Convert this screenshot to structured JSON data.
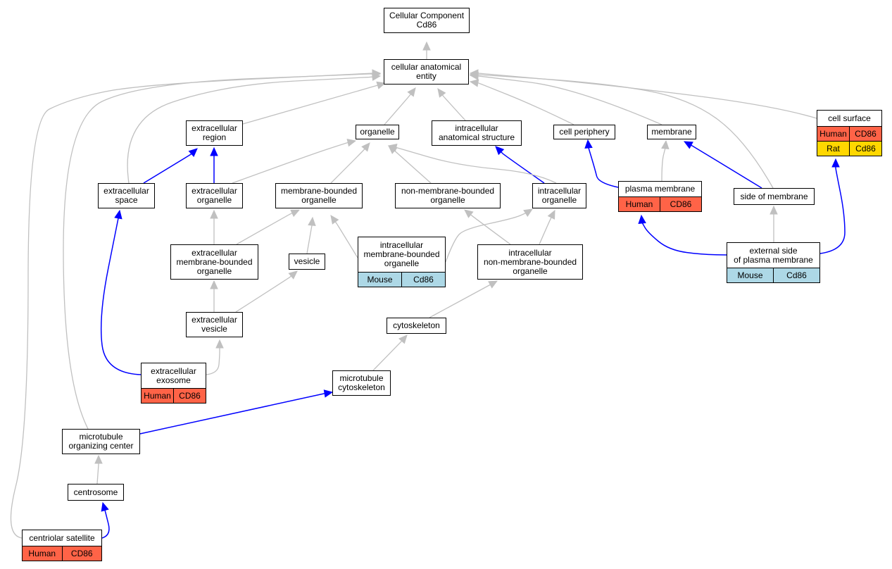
{
  "colors": {
    "is_a": "#c0c0c0",
    "part_of": "#0000ff",
    "human": "#ff6347",
    "mouse": "#add8e6",
    "rat": "#ffd700"
  },
  "nodes": {
    "cc_root": {
      "label": "Cellular Component\nCd86"
    },
    "cae": {
      "label": "cellular anatomical\nentity"
    },
    "ext_region": {
      "label": "extracellular\nregion"
    },
    "organelle": {
      "label": "organelle"
    },
    "ias": {
      "label": "intracellular\nanatomical structure"
    },
    "cell_periphery": {
      "label": "cell periphery"
    },
    "membrane": {
      "label": "membrane"
    },
    "cell_surface": {
      "label": "cell surface",
      "annotations": [
        {
          "species": "Human",
          "gene": "CD86",
          "color": "human"
        },
        {
          "species": "Rat",
          "gene": "Cd86",
          "color": "rat"
        }
      ]
    },
    "ext_space": {
      "label": "extracellular\nspace"
    },
    "ext_organelle": {
      "label": "extracellular\norganelle"
    },
    "mb_organelle": {
      "label": "membrane-bounded\norganelle"
    },
    "nmb_organelle": {
      "label": "non-membrane-bounded\norganelle"
    },
    "ic_organelle": {
      "label": "intracellular\norganelle"
    },
    "plasma_membrane": {
      "label": "plasma membrane",
      "annotations": [
        {
          "species": "Human",
          "gene": "CD86",
          "color": "human"
        }
      ]
    },
    "side_membrane": {
      "label": "side of membrane"
    },
    "ext_mb_organelle": {
      "label": "extracellular\nmembrane-bounded\norganelle"
    },
    "vesicle": {
      "label": "vesicle"
    },
    "ic_mb_organelle": {
      "label": "intracellular\nmembrane-bounded\norganelle",
      "annotations": [
        {
          "species": "Mouse",
          "gene": "Cd86",
          "color": "mouse"
        }
      ]
    },
    "ic_nmb_organelle": {
      "label": "intracellular\nnon-membrane-bounded\norganelle"
    },
    "ext_side_pm": {
      "label": "external side\nof plasma membrane",
      "annotations": [
        {
          "species": "Mouse",
          "gene": "Cd86",
          "color": "mouse"
        }
      ]
    },
    "ext_vesicle": {
      "label": "extracellular\nvesicle"
    },
    "cytoskeleton": {
      "label": "cytoskeleton"
    },
    "exosome": {
      "label": "extracellular\nexosome",
      "annotations": [
        {
          "species": "Human",
          "gene": "CD86",
          "color": "human"
        }
      ]
    },
    "mt_cytoskeleton": {
      "label": "microtubule\ncytoskeleton"
    },
    "mtoc": {
      "label": "microtubule\norganizing center"
    },
    "centrosome": {
      "label": "centrosome"
    },
    "centriolar_sat": {
      "label": "centriolar satellite",
      "annotations": [
        {
          "species": "Human",
          "gene": "CD86",
          "color": "human"
        }
      ]
    }
  },
  "edges": [
    {
      "from": "cae",
      "to": "cc_root",
      "type": "is_a"
    },
    {
      "from": "ext_region",
      "to": "cae",
      "type": "is_a"
    },
    {
      "from": "organelle",
      "to": "cae",
      "type": "is_a"
    },
    {
      "from": "ias",
      "to": "cae",
      "type": "is_a"
    },
    {
      "from": "cell_periphery",
      "to": "cae",
      "type": "is_a"
    },
    {
      "from": "membrane",
      "to": "cae",
      "type": "is_a"
    },
    {
      "from": "cell_surface",
      "to": "cae",
      "type": "is_a"
    },
    {
      "from": "side_membrane",
      "to": "cae",
      "type": "is_a"
    },
    {
      "from": "ext_space",
      "to": "cae",
      "type": "is_a"
    },
    {
      "from": "mtoc",
      "to": "cae",
      "type": "is_a"
    },
    {
      "from": "centriolar_sat",
      "to": "cae",
      "type": "is_a"
    },
    {
      "from": "ext_space",
      "to": "ext_region",
      "type": "part_of"
    },
    {
      "from": "ext_organelle",
      "to": "ext_region",
      "type": "part_of"
    },
    {
      "from": "ext_organelle",
      "to": "organelle",
      "type": "is_a"
    },
    {
      "from": "mb_organelle",
      "to": "organelle",
      "type": "is_a"
    },
    {
      "from": "nmb_organelle",
      "to": "organelle",
      "type": "is_a"
    },
    {
      "from": "ic_organelle",
      "to": "organelle",
      "type": "is_a"
    },
    {
      "from": "ic_organelle",
      "to": "ias",
      "type": "part_of"
    },
    {
      "from": "plasma_membrane",
      "to": "cell_periphery",
      "type": "part_of"
    },
    {
      "from": "plasma_membrane",
      "to": "membrane",
      "type": "is_a"
    },
    {
      "from": "side_membrane",
      "to": "membrane",
      "type": "part_of"
    },
    {
      "from": "ext_mb_organelle",
      "to": "ext_organelle",
      "type": "is_a"
    },
    {
      "from": "ext_mb_organelle",
      "to": "mb_organelle",
      "type": "is_a"
    },
    {
      "from": "vesicle",
      "to": "mb_organelle",
      "type": "is_a"
    },
    {
      "from": "ic_mb_organelle",
      "to": "mb_organelle",
      "type": "is_a"
    },
    {
      "from": "ic_mb_organelle",
      "to": "ic_organelle",
      "type": "is_a"
    },
    {
      "from": "ic_nmb_organelle",
      "to": "nmb_organelle",
      "type": "is_a"
    },
    {
      "from": "ic_nmb_organelle",
      "to": "ic_organelle",
      "type": "is_a"
    },
    {
      "from": "ext_side_pm",
      "to": "plasma_membrane",
      "type": "part_of"
    },
    {
      "from": "ext_side_pm",
      "to": "side_membrane",
      "type": "is_a"
    },
    {
      "from": "ext_side_pm",
      "to": "cell_surface",
      "type": "part_of"
    },
    {
      "from": "ext_vesicle",
      "to": "ext_mb_organelle",
      "type": "is_a"
    },
    {
      "from": "ext_vesicle",
      "to": "vesicle",
      "type": "is_a"
    },
    {
      "from": "cytoskeleton",
      "to": "ic_nmb_organelle",
      "type": "is_a"
    },
    {
      "from": "exosome",
      "to": "ext_vesicle",
      "type": "is_a"
    },
    {
      "from": "exosome",
      "to": "ext_space",
      "type": "part_of"
    },
    {
      "from": "mt_cytoskeleton",
      "to": "cytoskeleton",
      "type": "is_a"
    },
    {
      "from": "mtoc",
      "to": "mt_cytoskeleton",
      "type": "part_of"
    },
    {
      "from": "centrosome",
      "to": "mtoc",
      "type": "is_a"
    },
    {
      "from": "centriolar_sat",
      "to": "centrosome",
      "type": "part_of"
    }
  ]
}
